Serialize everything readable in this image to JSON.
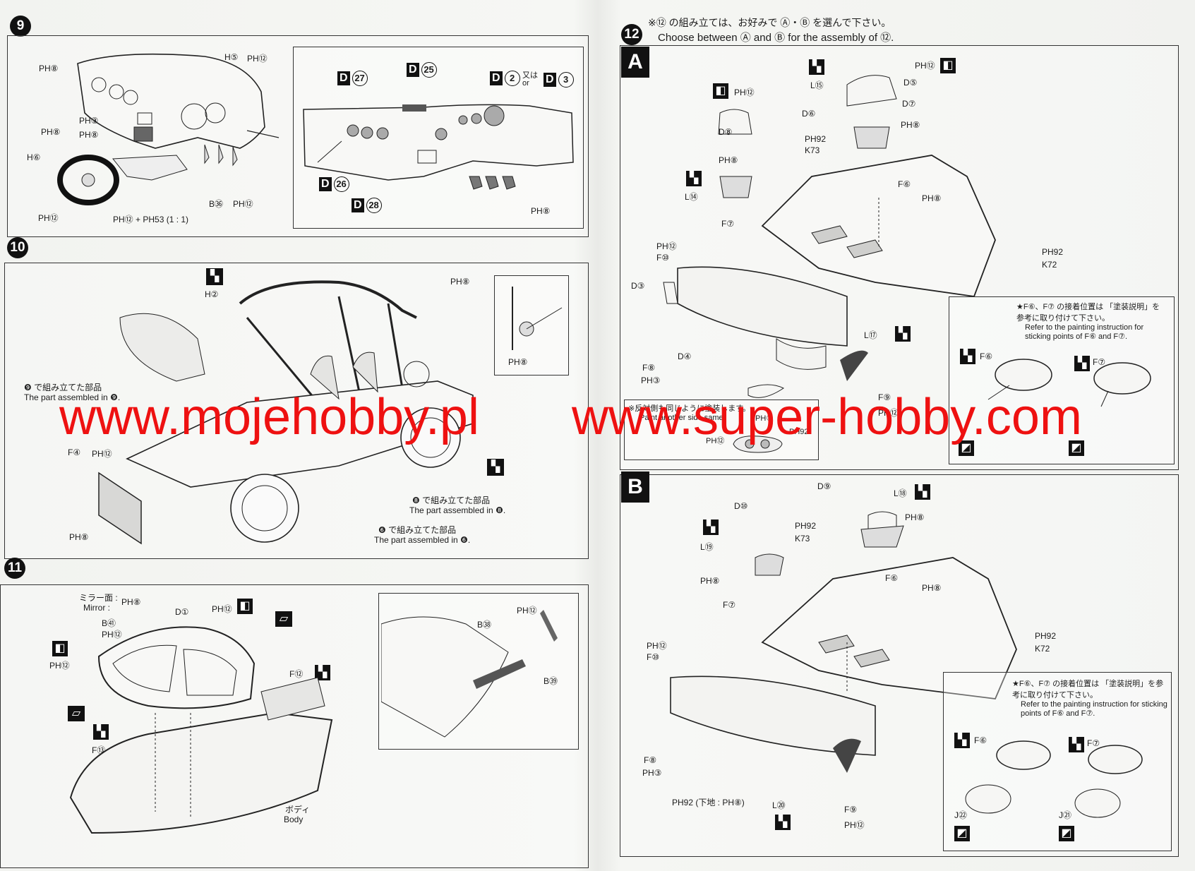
{
  "steps": {
    "s9": "9",
    "s10": "10",
    "s11": "11",
    "s12": "12"
  },
  "step12_header": {
    "jp": "※⑫ の組み立ては、お好みで Ⓐ・Ⓑ を選んで下さい。",
    "en": "Choose between Ⓐ and Ⓑ for the assembly of ⑫."
  },
  "variants": {
    "a": "A",
    "b": "B"
  },
  "step9": {
    "labels": {
      "h5": "H⑤",
      "ph12_top": "PH⑫",
      "ph8_top": "PH⑧",
      "ph3": "PH③",
      "ph8_mid": "PH⑧",
      "ph8_left": "PH⑧",
      "h6": "H⑥",
      "ph12_bl": "PH⑫",
      "ph12_plus": "PH⑫ + PH53 (1 : 1)",
      "b36": "B㊱",
      "ph12_b36": "PH⑫"
    },
    "detail": {
      "d27": "27",
      "d25": "25",
      "d2": "2",
      "d3": "3",
      "d26": "26",
      "d28": "28",
      "d_letter": "D",
      "or_jp": "又は",
      "or_en": "or",
      "ph8": "PH⑧"
    }
  },
  "step10": {
    "labels": {
      "h2": "H②",
      "ph8_top": "PH⑧",
      "ph8_inset": "PH⑧",
      "f4": "F④",
      "ph12_f4": "PH⑫",
      "ph8_bottom": "PH⑧"
    },
    "notes": {
      "n9_jp": "❾ で組み立てた部品",
      "n9_en": "The part assembled in ❾.",
      "n8_jp": "❽ で組み立てた部品",
      "n8_en": "The part assembled in ❽.",
      "n6_jp": "❻ で組み立てた部品",
      "n6_en": "The part assembled in ❻."
    }
  },
  "step11": {
    "labels": {
      "mirror_jp": "ミラー面 :",
      "mirror_en": "Mirror :",
      "ph8_mirror": "PH⑧",
      "d1": "D①",
      "ph12_d1": "PH⑫",
      "b41": "B㊶",
      "ph12_b41": "PH⑫",
      "ph12_left": "PH⑫",
      "f12": "F⑫",
      "f13": "F⑬",
      "body_jp": "ボディ",
      "body_en": "Body",
      "b38": "B㊳",
      "ph12_inset": "PH⑫",
      "b39": "B㊴"
    }
  },
  "step12a": {
    "labels": {
      "l15": "L⑮",
      "ph12_top": "PH⑫",
      "d5": "D⑤",
      "d7": "D⑦",
      "ph8_a": "PH⑧",
      "ph12_b": "PH⑫",
      "d6": "D⑥",
      "d8": "D⑧",
      "ph8_b": "PH⑧",
      "ph92": "PH92",
      "k73": "K73",
      "l14": "L⑭",
      "f6": "F⑥",
      "ph8_c": "PH⑧",
      "f7": "F⑦",
      "ph12_c": "PH⑫",
      "f10": "F⑩",
      "ph92_r": "PH92",
      "k72": "K72",
      "d3": "D③",
      "l17": "L⑰",
      "d4": "D④",
      "f8": "F⑧",
      "ph3": "PH③",
      "f9": "F⑨",
      "ph12_d": "PH⑫"
    },
    "note_jp": "★F⑥、F⑦ の接着位置は 「塗装説明」を参考に取り付けて下さい。",
    "note_en": "Refer to the painting instruction for sticking points of F⑥ and F⑦.",
    "inset_f6": "F⑥",
    "inset_f7": "F⑦",
    "other_side_jp": "※反対側も同じように塗装します。",
    "other_side_en": "Paint another side same.",
    "ph12_os": "PH⑫",
    "ph92_os": "PH92",
    "ph8_os": "PH⑧"
  },
  "step12b": {
    "labels": {
      "d9": "D⑨",
      "l18": "L⑱",
      "ph8_a": "PH⑧",
      "d10": "D⑩",
      "ph92": "PH92",
      "k73": "K73",
      "l19": "L⑲",
      "ph8_b": "PH⑧",
      "f7": "F⑦",
      "f6": "F⑥",
      "ph8_c": "PH⑧",
      "ph12": "PH⑫",
      "f10": "F⑩",
      "ph92_r": "PH92",
      "k72": "K72",
      "f8": "F⑧",
      "ph3": "PH③",
      "ph92_base": "PH92 (下地 : PH⑧)",
      "l20": "L⑳",
      "f9": "F⑨",
      "ph12_f9": "PH⑫"
    },
    "note_jp": "★F⑥、F⑦ の接着位置は 「塗装説明」を参考に取り付けて下さい。",
    "note_en": "Refer to the painting instruction for sticking points of F⑥ and F⑦.",
    "inset_f6": "F⑥",
    "inset_f7": "F⑦",
    "j22": "J㉒",
    "j21": "J㉑"
  },
  "watermark": {
    "left": "www.mojehobby.pl",
    "right": "www.super-hobby.com"
  },
  "icons": {
    "paint_mask": "paint-icon",
    "glue": "glue-icon",
    "decal": "decal-icon"
  },
  "colors": {
    "watermark": "#ee1111",
    "ink": "#1b1b1b",
    "paper": "#f4f5f2"
  }
}
